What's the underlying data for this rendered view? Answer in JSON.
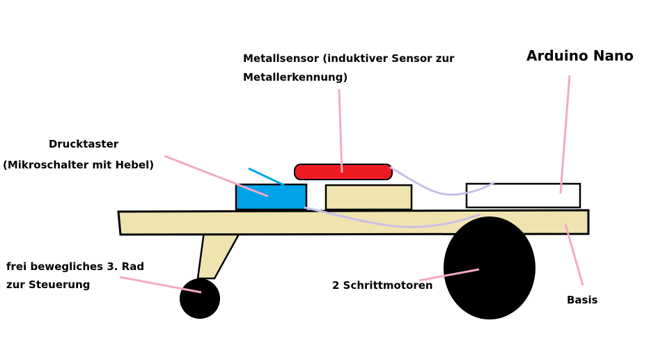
{
  "labels": {
    "arduino": "Arduino Nano",
    "metallsensor_line1": "Metallsensor (induktiver Sensor zur",
    "metallsensor_line2": "Metallerkennung)",
    "drucktaster_line1": "Drucktaster",
    "drucktaster_line2": "(Mikroschalter mit Hebel)",
    "rad_line1": "frei bewegliches 3. Rad",
    "rad_line2": "zur Steuerung",
    "motoren": "2 Schrittmotoren",
    "basis": "Basis"
  },
  "colors": {
    "base_fill": "#efe4b0",
    "pushbutton": "#00a2e8",
    "lever": "#00a2e8",
    "sensor": "#ed1c24",
    "leader_line": "#f5a9c5",
    "wire": "#c8bfe7",
    "wheel": "#000000",
    "outline": "#000000"
  }
}
